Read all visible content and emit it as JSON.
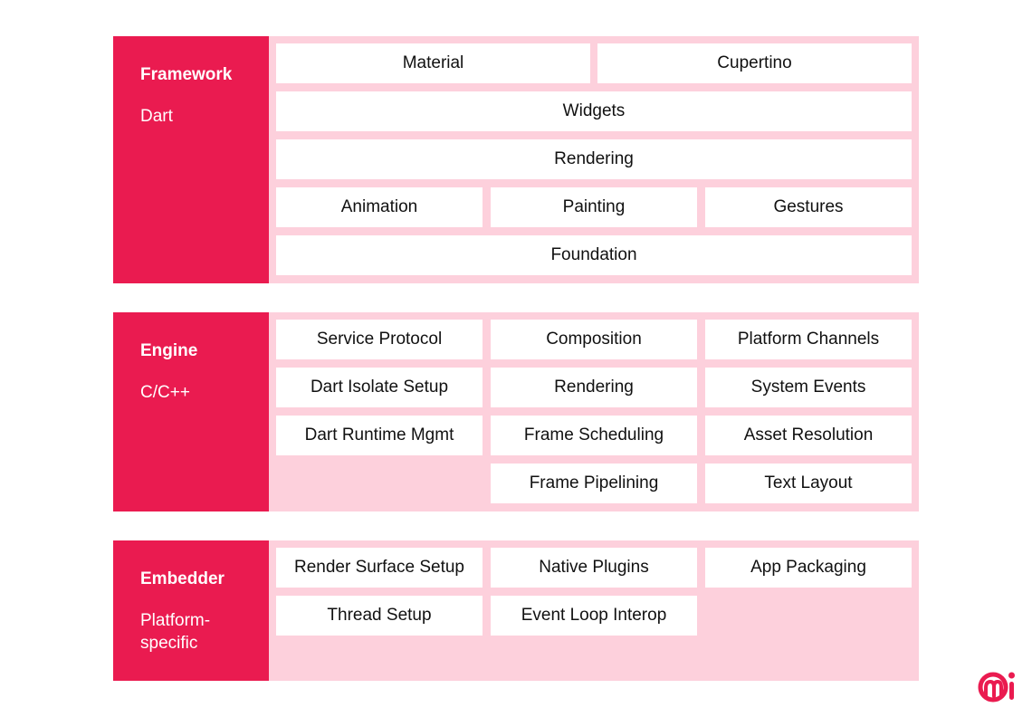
{
  "framework": {
    "name": "Framework",
    "lang": "Dart",
    "rows": [
      [
        "Material",
        "Cupertino"
      ],
      [
        "Widgets"
      ],
      [
        "Rendering"
      ],
      [
        "Animation",
        "Painting",
        "Gestures"
      ],
      [
        "Foundation"
      ]
    ]
  },
  "engine": {
    "name": "Engine",
    "lang": "C/C++",
    "columns": [
      [
        "Service Protocol",
        "Dart Isolate Setup",
        "Dart Runtime Mgmt"
      ],
      [
        "Composition",
        "Rendering",
        "Frame Scheduling",
        "Frame Pipelining"
      ],
      [
        "Platform Channels",
        "System Events",
        "Asset Resolution",
        "Text Layout"
      ]
    ]
  },
  "embedder": {
    "name": "Embedder",
    "lang": "Platform-\nspecific",
    "columns": [
      [
        "Render Surface Setup",
        "Thread Setup"
      ],
      [
        "Native Plugins",
        "Event Loop Interop"
      ],
      [
        "App Packaging"
      ]
    ]
  },
  "colors": {
    "accent": "#ea1b50",
    "panel": "#fdd0dc",
    "cell": "#ffffff"
  },
  "logo_icon": "mi-logo-icon"
}
